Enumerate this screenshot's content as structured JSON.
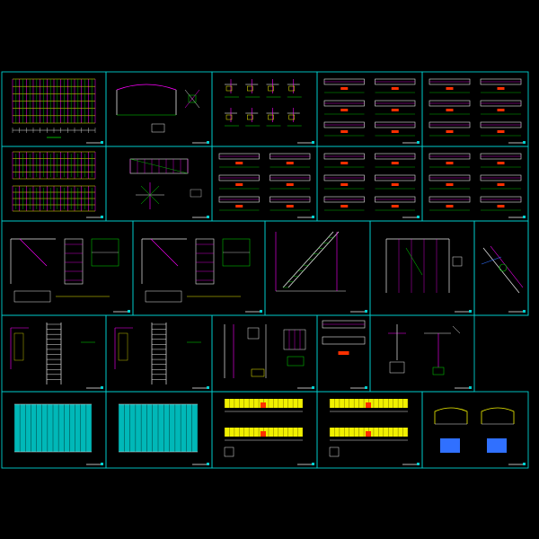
{
  "background": "#000000",
  "colors": {
    "frame": "#00cfcf",
    "grid_yellow": "#f0f000",
    "grid_magenta": "#ff00ff",
    "line_white": "#e8e8e8",
    "line_green": "#00e000",
    "fill_cyan": "#00d8d8",
    "accent_red": "#ff3000",
    "accent_blue": "#3070ff"
  },
  "sheets": [
    {
      "id": "r1c1",
      "kind": "plan-grid"
    },
    {
      "id": "r1c2",
      "kind": "frame-elevation"
    },
    {
      "id": "r1c3",
      "kind": "details-grid"
    },
    {
      "id": "r1c4",
      "kind": "beam-details"
    },
    {
      "id": "r1c5",
      "kind": "beam-details"
    },
    {
      "id": "r2c1",
      "kind": "double-plan"
    },
    {
      "id": "r2c2",
      "kind": "truss-detail"
    },
    {
      "id": "r2c3",
      "kind": "beam-details"
    },
    {
      "id": "r2c4",
      "kind": "beam-details"
    },
    {
      "id": "r2c5",
      "kind": "beam-details"
    },
    {
      "id": "r3c1",
      "kind": "section-details"
    },
    {
      "id": "r3c2",
      "kind": "section-details"
    },
    {
      "id": "r3c3",
      "kind": "stair"
    },
    {
      "id": "r3c4",
      "kind": "gable"
    },
    {
      "id": "r3c5",
      "kind": "node-detail"
    },
    {
      "id": "r4c1",
      "kind": "ladder"
    },
    {
      "id": "r4c2",
      "kind": "ladder"
    },
    {
      "id": "r4c3",
      "kind": "column-details"
    },
    {
      "id": "r4c4",
      "kind": "beam-details-small"
    },
    {
      "id": "r4c5",
      "kind": "anchor-details"
    },
    {
      "id": "r5c1",
      "kind": "roof-plan"
    },
    {
      "id": "r5c2",
      "kind": "roof-plan"
    },
    {
      "id": "r5c3",
      "kind": "elevation-pair"
    },
    {
      "id": "r5c4",
      "kind": "elevation-pair"
    },
    {
      "id": "r5c5",
      "kind": "frame-pair"
    }
  ]
}
